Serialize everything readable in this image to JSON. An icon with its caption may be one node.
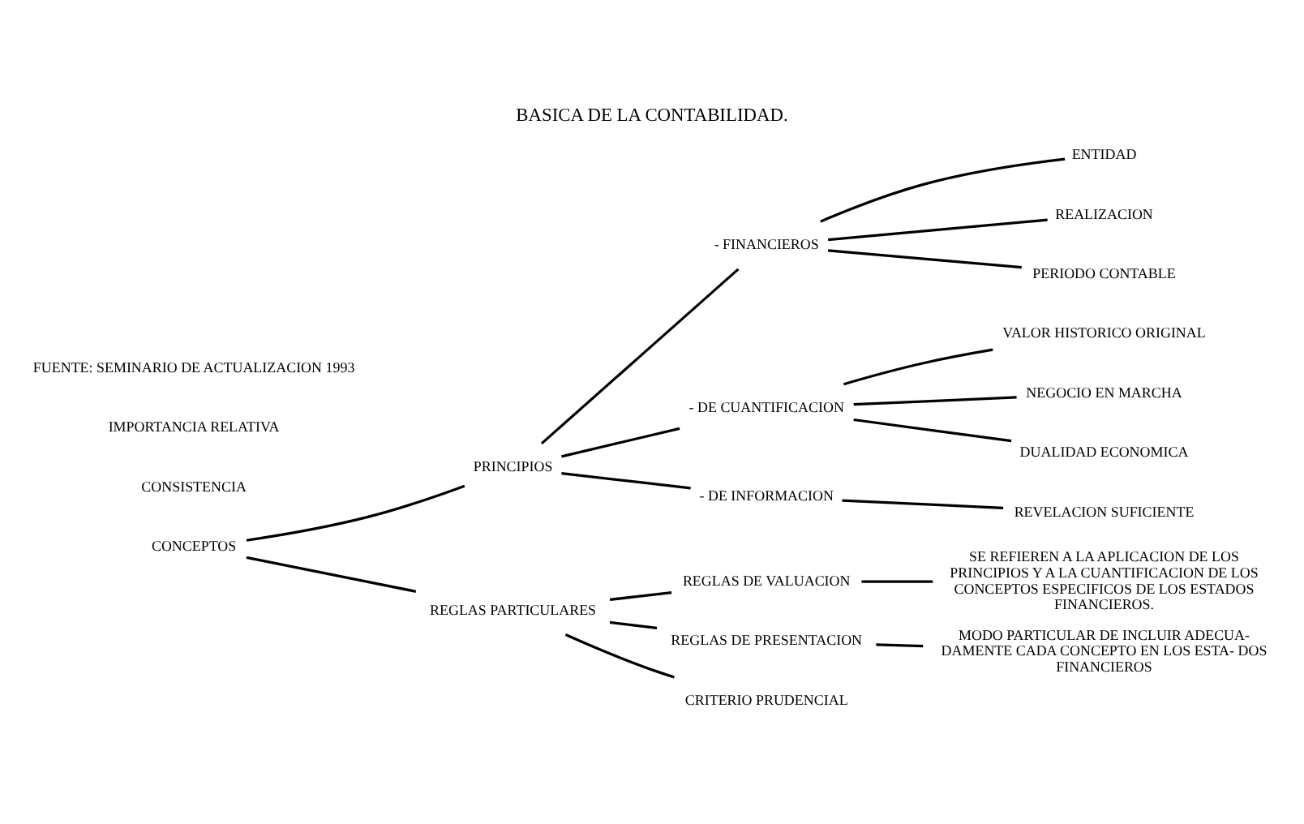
{
  "diagram": {
    "title": "BASICA DE LA CONTABILIDAD.",
    "nodes": [
      {
        "text": [
          "CONCEPTOS"
        ]
      },
      {
        "text": [
          "PRINCIPIOS"
        ]
      },
      {
        "text": [
          "REGLAS PARTICULARES"
        ]
      },
      {
        "text": [
          "- FINANCIEROS"
        ]
      },
      {
        "text": [
          "- DE CUANTIFICACION"
        ]
      },
      {
        "text": [
          "- DE INFORMACION"
        ]
      },
      {
        "text": [
          "ENTIDAD"
        ]
      },
      {
        "text": [
          "REALIZACION"
        ]
      },
      {
        "text": [
          "PERIODO CONTABLE"
        ]
      },
      {
        "text": [
          "VALOR HISTORICO ORIGINAL"
        ]
      },
      {
        "text": [
          "NEGOCIO EN MARCHA"
        ]
      },
      {
        "text": [
          "DUALIDAD ECONOMICA"
        ]
      },
      {
        "text": [
          "REVELACION SUFICIENTE"
        ]
      },
      {
        "text": [
          "REGLAS DE VALUACION"
        ]
      },
      {
        "text": [
          "REGLAS DE PRESENTACION"
        ]
      },
      {
        "text": [
          "CRITERIO PRUDENCIAL"
        ]
      },
      {
        "text": [
          "SE REFIEREN A LA APLICACION DE LOS PRINCIPIOS Y A LA CUANTIFICACION DE LOS CONCEPTOS ESPECIFICOS DE LOS ESTADOS FINANCIEROS."
        ]
      },
      {
        "text": [
          "MODO PARTICULAR DE INCLUIR ADECUA- DAMENTE CADA CONCEPTO EN LOS ESTA- DOS FINANCIEROS"
        ]
      }
    ],
    "edges": [
      {
        "from": 0,
        "to": 1,
        "arrow": "none"
      },
      {
        "from": 0,
        "to": 2,
        "arrow": "none"
      },
      {
        "from": 1,
        "to": 3,
        "arrow": "none"
      },
      {
        "from": 1,
        "to": 4,
        "arrow": "none"
      },
      {
        "from": 1,
        "to": 5,
        "arrow": "none"
      },
      {
        "from": 3,
        "to": 6,
        "arrow": "none"
      },
      {
        "from": 3,
        "to": 7,
        "arrow": "none"
      },
      {
        "from": 3,
        "to": 8,
        "arrow": "none"
      },
      {
        "from": 4,
        "to": 9,
        "arrow": "none"
      },
      {
        "from": 4,
        "to": 10,
        "arrow": "none"
      },
      {
        "from": 4,
        "to": 11,
        "arrow": "none"
      },
      {
        "from": 5,
        "to": 12,
        "arrow": "none"
      },
      {
        "from": 2,
        "to": 13,
        "arrow": "none"
      },
      {
        "from": 2,
        "to": 14,
        "arrow": "none"
      },
      {
        "from": 2,
        "to": 15,
        "arrow": "none"
      },
      {
        "from": 13,
        "to": 16,
        "arrow": "none"
      },
      {
        "from": 14,
        "to": 17,
        "arrow": "none"
      }
    ],
    "labels": [
      "CONSISTENCIA",
      "IMPORTANCIA RELATIVA",
      "FUENTE: SEMINARIO DE ACTUALIZACION 1993"
    ]
  }
}
